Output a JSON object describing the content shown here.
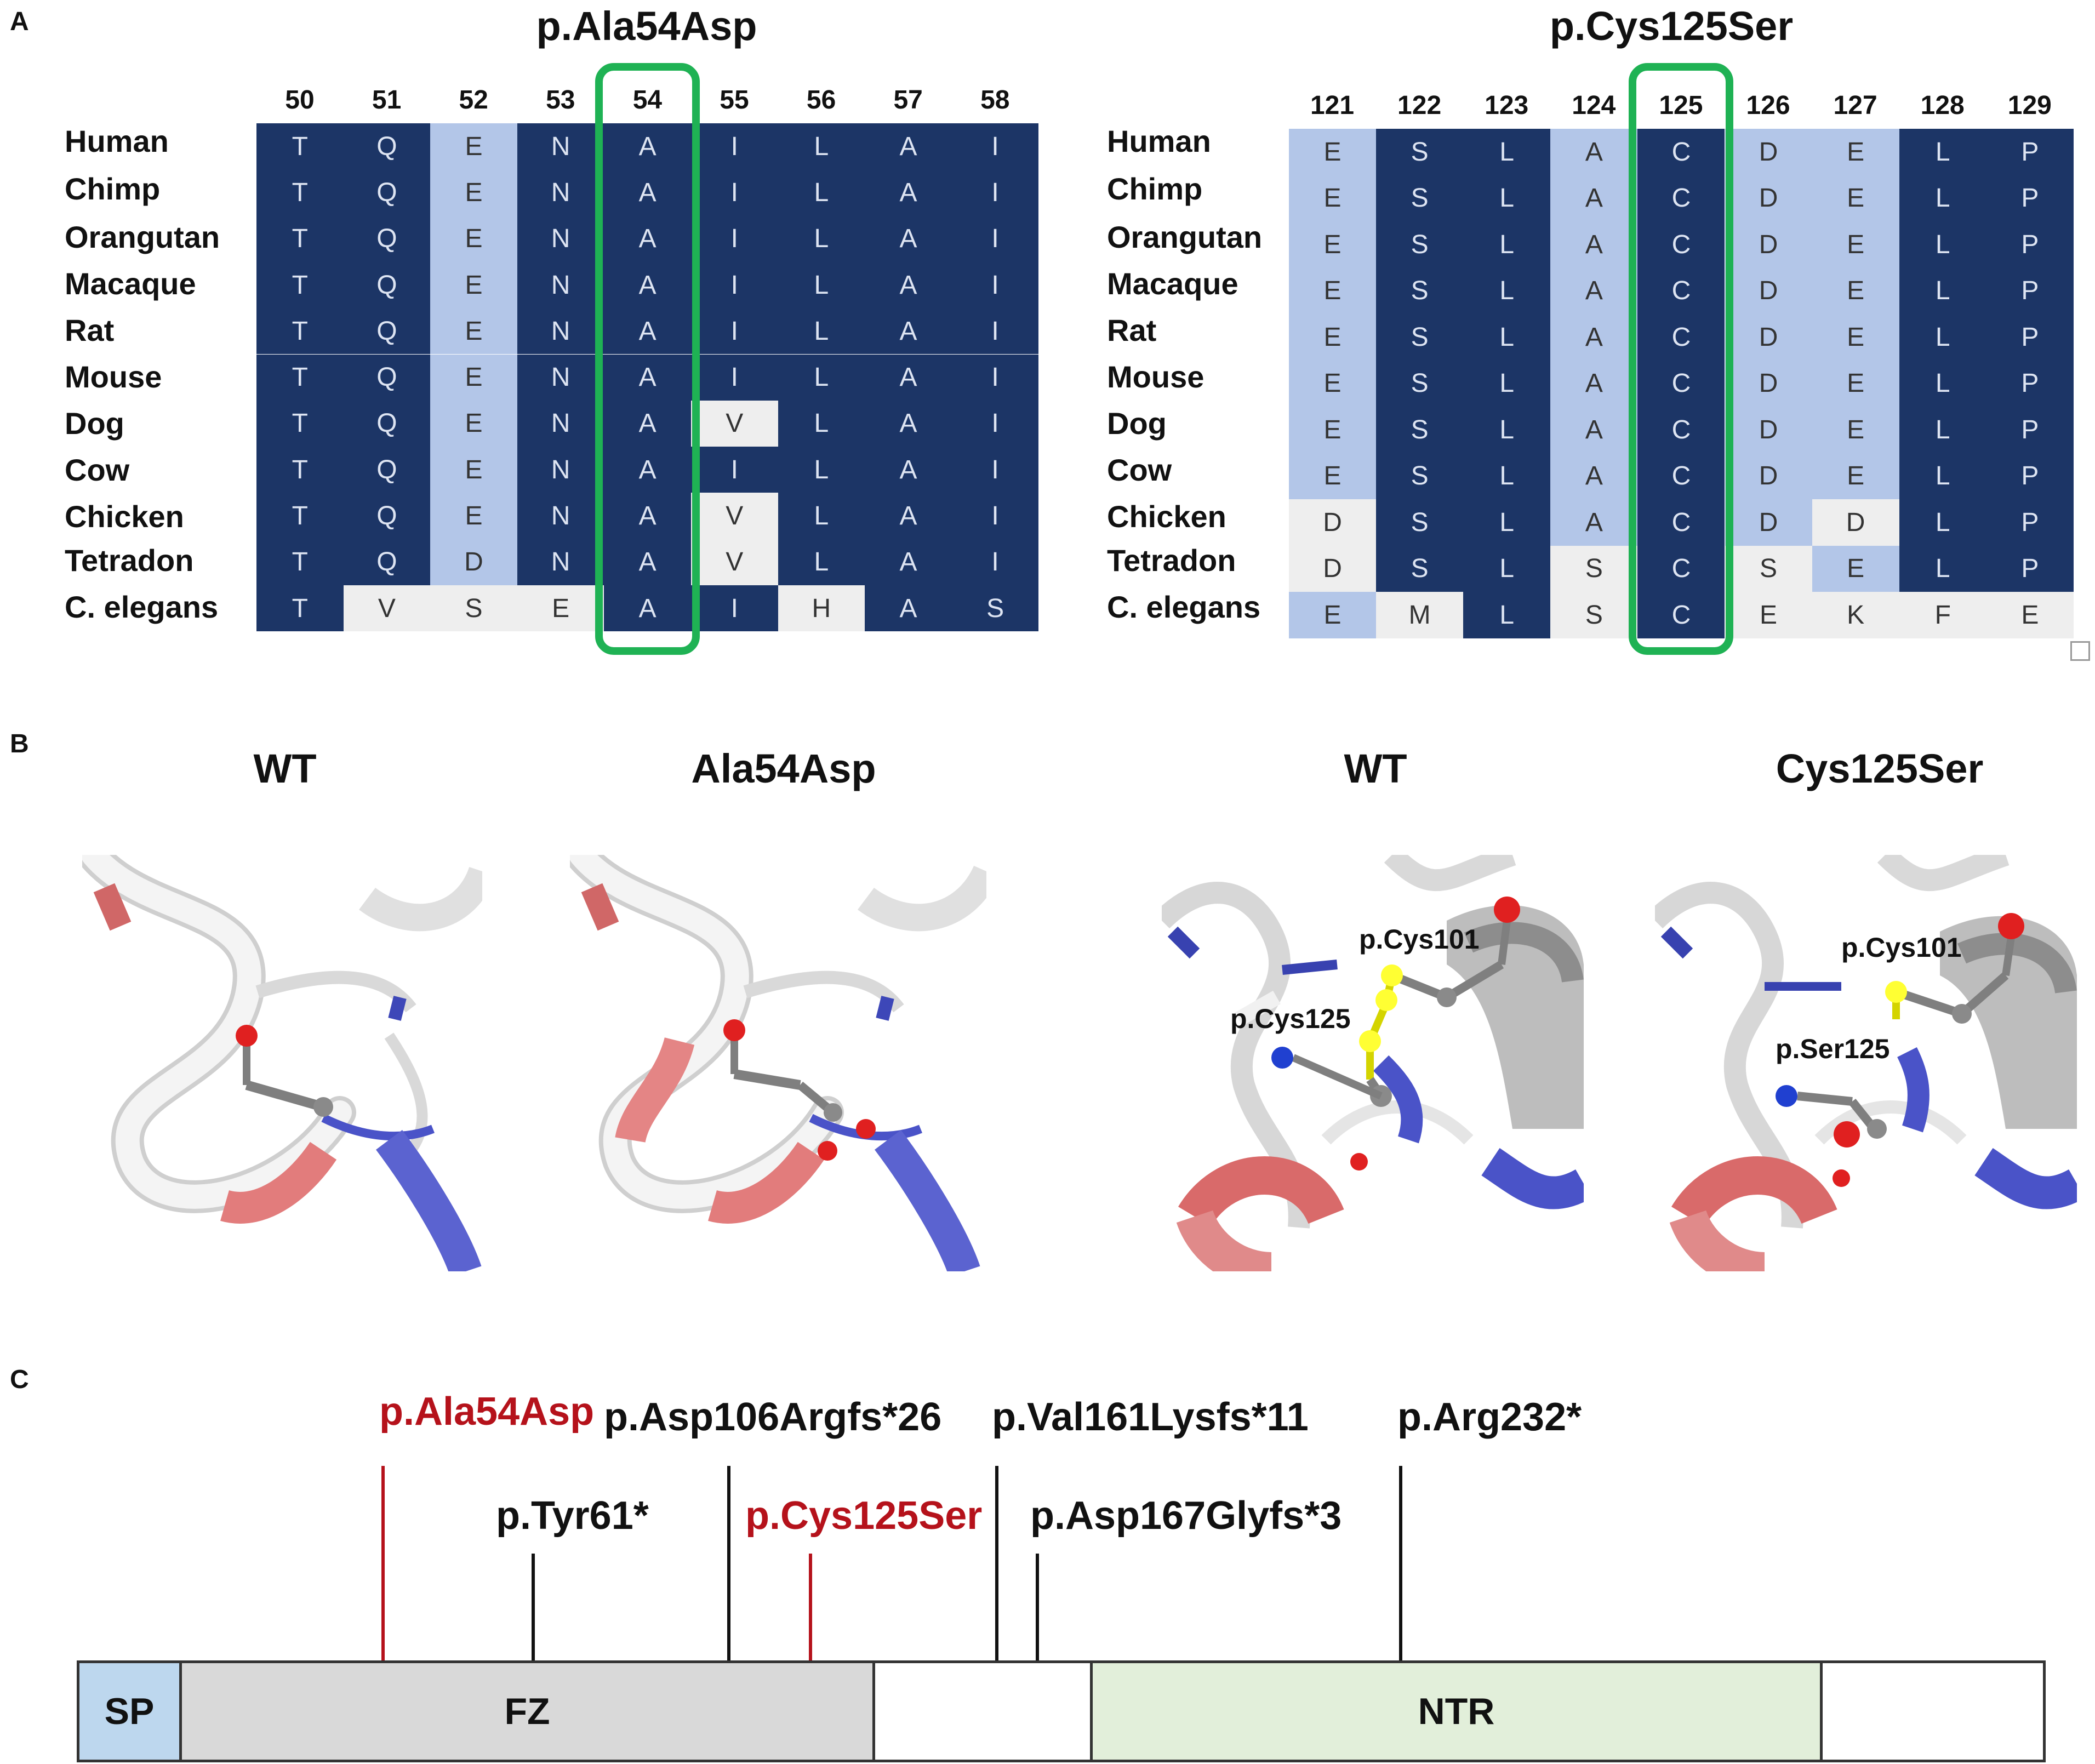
{
  "panel_labels": {
    "a": "A",
    "b": "B",
    "c": "C"
  },
  "alignment_left": {
    "title": "p.Ala54Asp",
    "positions": [
      "50",
      "51",
      "52",
      "53",
      "54",
      "55",
      "56",
      "57",
      "58"
    ],
    "highlight_index": 4,
    "species": [
      "Human",
      "Chimp",
      "Orangutan",
      "Macaque",
      "Rat",
      "Mouse",
      "Dog",
      "Cow",
      "Chicken",
      "Tetradon",
      "C. elegans"
    ],
    "rows": [
      [
        "T",
        "Q",
        "E",
        "N",
        "A",
        "I",
        "L",
        "A",
        "I"
      ],
      [
        "T",
        "Q",
        "E",
        "N",
        "A",
        "I",
        "L",
        "A",
        "I"
      ],
      [
        "T",
        "Q",
        "E",
        "N",
        "A",
        "I",
        "L",
        "A",
        "I"
      ],
      [
        "T",
        "Q",
        "E",
        "N",
        "A",
        "I",
        "L",
        "A",
        "I"
      ],
      [
        "T",
        "Q",
        "E",
        "N",
        "A",
        "I",
        "L",
        "A",
        "I"
      ],
      [
        "T",
        "Q",
        "E",
        "N",
        "A",
        "I",
        "L",
        "A",
        "I"
      ],
      [
        "T",
        "Q",
        "E",
        "N",
        "A",
        "V",
        "L",
        "A",
        "I"
      ],
      [
        "T",
        "Q",
        "E",
        "N",
        "A",
        "I",
        "L",
        "A",
        "I"
      ],
      [
        "T",
        "Q",
        "E",
        "N",
        "A",
        "V",
        "L",
        "A",
        "I"
      ],
      [
        "T",
        "Q",
        "D",
        "N",
        "A",
        "V",
        "L",
        "A",
        "I"
      ],
      [
        "T",
        "V",
        "S",
        "E",
        "A",
        "I",
        "H",
        "A",
        "S"
      ]
    ],
    "shading": [
      [
        "d",
        "d",
        "l",
        "d",
        "d",
        "d",
        "d",
        "d",
        "d"
      ],
      [
        "d",
        "d",
        "l",
        "d",
        "d",
        "d",
        "d",
        "d",
        "d"
      ],
      [
        "d",
        "d",
        "l",
        "d",
        "d",
        "d",
        "d",
        "d",
        "d"
      ],
      [
        "d",
        "d",
        "l",
        "d",
        "d",
        "d",
        "d",
        "d",
        "d"
      ],
      [
        "d",
        "d",
        "l",
        "d",
        "d",
        "d",
        "d",
        "d",
        "d"
      ],
      [
        "d",
        "d",
        "l",
        "d",
        "d",
        "d",
        "d",
        "d",
        "d"
      ],
      [
        "d",
        "d",
        "l",
        "d",
        "d",
        "w",
        "d",
        "d",
        "d"
      ],
      [
        "d",
        "d",
        "l",
        "d",
        "d",
        "d",
        "d",
        "d",
        "d"
      ],
      [
        "d",
        "d",
        "l",
        "d",
        "d",
        "w",
        "d",
        "d",
        "d"
      ],
      [
        "d",
        "d",
        "l",
        "d",
        "d",
        "w",
        "d",
        "d",
        "d"
      ],
      [
        "d",
        "w",
        "w",
        "w",
        "d",
        "d",
        "w",
        "d",
        "d"
      ]
    ]
  },
  "alignment_right": {
    "title": "p.Cys125Ser",
    "positions": [
      "121",
      "122",
      "123",
      "124",
      "125",
      "126",
      "127",
      "128",
      "129"
    ],
    "highlight_index": 4,
    "species": [
      "Human",
      "Chimp",
      "Orangutan",
      "Macaque",
      "Rat",
      "Mouse",
      "Dog",
      "Cow",
      "Chicken",
      "Tetradon",
      "C. elegans"
    ],
    "rows": [
      [
        "E",
        "S",
        "L",
        "A",
        "C",
        "D",
        "E",
        "L",
        "P"
      ],
      [
        "E",
        "S",
        "L",
        "A",
        "C",
        "D",
        "E",
        "L",
        "P"
      ],
      [
        "E",
        "S",
        "L",
        "A",
        "C",
        "D",
        "E",
        "L",
        "P"
      ],
      [
        "E",
        "S",
        "L",
        "A",
        "C",
        "D",
        "E",
        "L",
        "P"
      ],
      [
        "E",
        "S",
        "L",
        "A",
        "C",
        "D",
        "E",
        "L",
        "P"
      ],
      [
        "E",
        "S",
        "L",
        "A",
        "C",
        "D",
        "E",
        "L",
        "P"
      ],
      [
        "E",
        "S",
        "L",
        "A",
        "C",
        "D",
        "E",
        "L",
        "P"
      ],
      [
        "E",
        "S",
        "L",
        "A",
        "C",
        "D",
        "E",
        "L",
        "P"
      ],
      [
        "D",
        "S",
        "L",
        "A",
        "C",
        "D",
        "D",
        "L",
        "P"
      ],
      [
        "D",
        "S",
        "L",
        "S",
        "C",
        "S",
        "E",
        "L",
        "P"
      ],
      [
        "E",
        "M",
        "L",
        "S",
        "C",
        "E",
        "K",
        "F",
        "E"
      ]
    ],
    "shading": [
      [
        "l",
        "d",
        "d",
        "l",
        "d",
        "l",
        "l",
        "d",
        "d"
      ],
      [
        "l",
        "d",
        "d",
        "l",
        "d",
        "l",
        "l",
        "d",
        "d"
      ],
      [
        "l",
        "d",
        "d",
        "l",
        "d",
        "l",
        "l",
        "d",
        "d"
      ],
      [
        "l",
        "d",
        "d",
        "l",
        "d",
        "l",
        "l",
        "d",
        "d"
      ],
      [
        "l",
        "d",
        "d",
        "l",
        "d",
        "l",
        "l",
        "d",
        "d"
      ],
      [
        "l",
        "d",
        "d",
        "l",
        "d",
        "l",
        "l",
        "d",
        "d"
      ],
      [
        "l",
        "d",
        "d",
        "l",
        "d",
        "l",
        "l",
        "d",
        "d"
      ],
      [
        "l",
        "d",
        "d",
        "l",
        "d",
        "l",
        "l",
        "d",
        "d"
      ],
      [
        "w",
        "d",
        "d",
        "l",
        "d",
        "l",
        "w",
        "d",
        "d"
      ],
      [
        "w",
        "d",
        "d",
        "w",
        "d",
        "w",
        "l",
        "d",
        "d"
      ],
      [
        "l",
        "w",
        "d",
        "w",
        "d",
        "w",
        "w",
        "w",
        "w"
      ]
    ]
  },
  "structures": [
    {
      "title": "WT",
      "labels": []
    },
    {
      "title": "Ala54Asp",
      "labels": []
    },
    {
      "title": "WT",
      "labels": [
        "p.Cys101",
        "p.Cys125"
      ]
    },
    {
      "title": "Cys125Ser",
      "labels": [
        "p.Cys101",
        "p.Ser125"
      ]
    }
  ],
  "mutations": [
    {
      "label": "p.Ala54Asp",
      "color": "#b5121b"
    },
    {
      "label": "p.Tyr61*",
      "color": "#111111"
    },
    {
      "label": "p.Asp106Argfs*26",
      "color": "#111111"
    },
    {
      "label": "p.Cys125Ser",
      "color": "#b5121b"
    },
    {
      "label": "p.Val161Lysfs*11",
      "color": "#111111"
    },
    {
      "label": "p.Asp167Glyfs*3",
      "color": "#111111"
    },
    {
      "label": "p.Arg232*",
      "color": "#111111"
    }
  ],
  "domains": [
    {
      "label": "SP",
      "color": "#bdd7ee"
    },
    {
      "label": "FZ",
      "color": "#d9d9d9"
    },
    {
      "label": "",
      "color": "#ffffff"
    },
    {
      "label": "NTR",
      "color": "#e2efda"
    },
    {
      "label": "",
      "color": "#ffffff"
    }
  ],
  "colors": {
    "dark_cell": "#1c3566",
    "light_cell": "#b3c6e8",
    "white_cell": "#eeeeee",
    "highlight": "#1fb254",
    "mutation_red": "#b5121b"
  }
}
